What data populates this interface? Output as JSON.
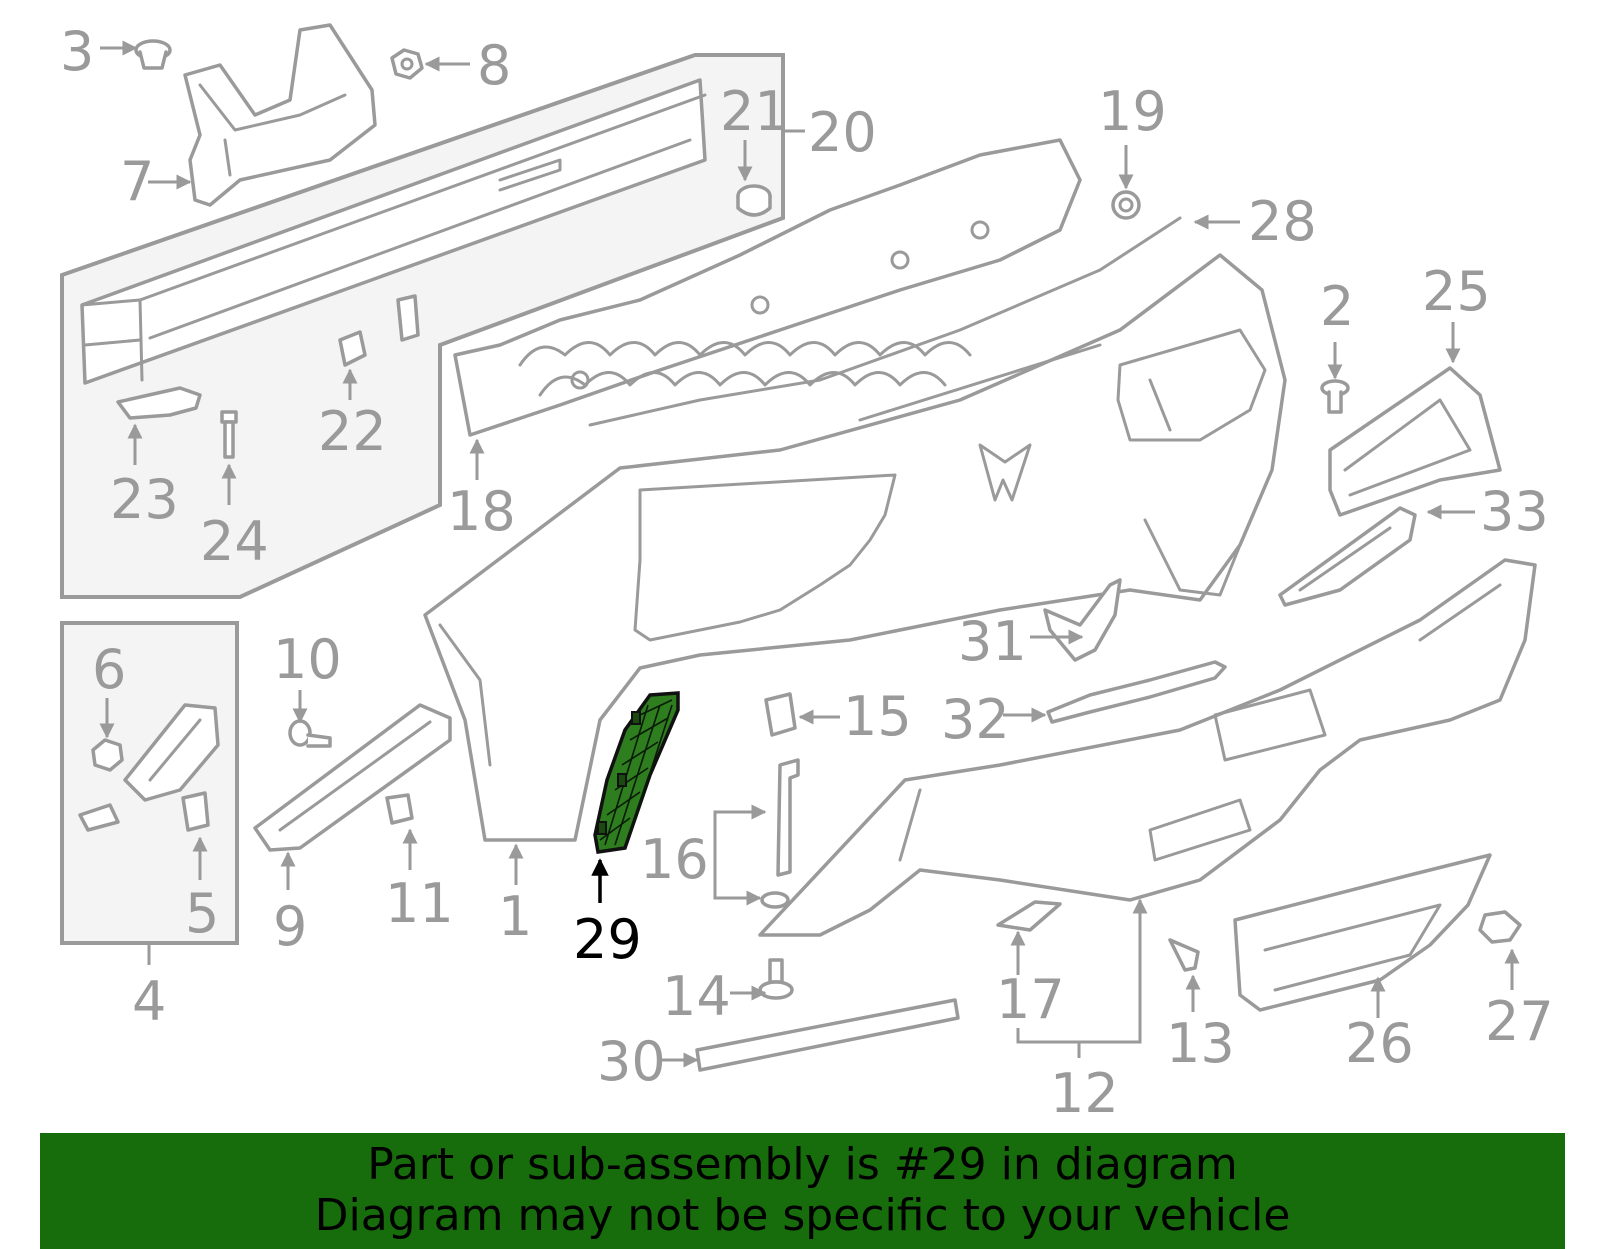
{
  "callouts": {
    "c1": "1",
    "c2": "2",
    "c3": "3",
    "c4": "4",
    "c5": "5",
    "c6": "6",
    "c7": "7",
    "c8": "8",
    "c9": "9",
    "c10": "10",
    "c11": "11",
    "c12": "12",
    "c13": "13",
    "c14": "14",
    "c15": "15",
    "c16": "16",
    "c17": "17",
    "c18": "18",
    "c19": "19",
    "c20": "20",
    "c21": "21",
    "c22": "22",
    "c23": "23",
    "c24": "24",
    "c25": "25",
    "c26": "26",
    "c27": "27",
    "c28": "28",
    "c29": "29",
    "c30": "30",
    "c31": "31",
    "c32": "32",
    "c33": "33"
  },
  "highlighted_part": "29",
  "colors": {
    "line": "#9a9a9a",
    "highlight_fill": "#2e7d1e",
    "banner": "#176d0b"
  },
  "banner": {
    "line1": "Part or sub-assembly is #29 in diagram",
    "line2": "Diagram may not be specific to your vehicle"
  }
}
